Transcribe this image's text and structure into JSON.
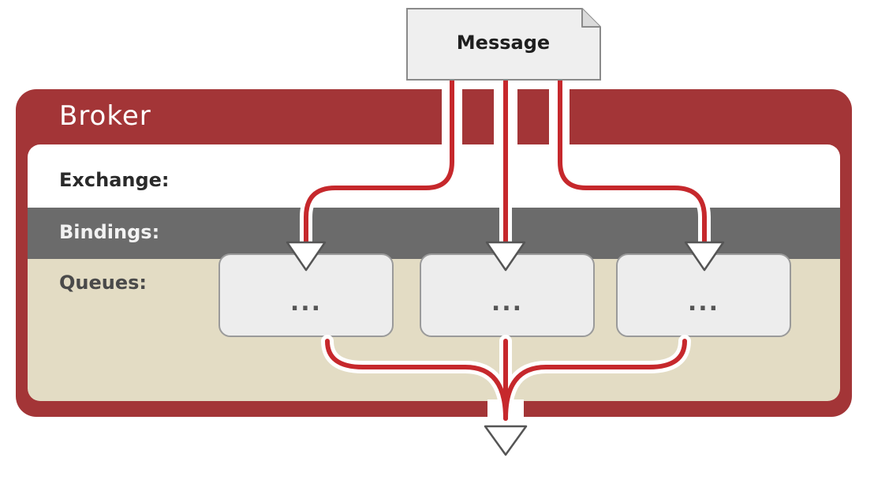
{
  "labels": {
    "message": "Message",
    "broker": "Broker",
    "exchange": "Exchange:",
    "bindings": "Bindings:",
    "queues": "Queues:"
  },
  "queues": [
    {
      "text": "..."
    },
    {
      "text": "..."
    },
    {
      "text": "..."
    }
  ],
  "colors": {
    "broker_frame": "#a33537",
    "exchange_band": "#ffffff",
    "bindings_band": "#6b6b6b",
    "queues_band": "#e3dcc4",
    "queue_box": "#ededed",
    "message_box": "#efefef",
    "route_line": "#c6282c",
    "arrow_fill": "#ffffff",
    "arrow_stroke": "#555555"
  }
}
